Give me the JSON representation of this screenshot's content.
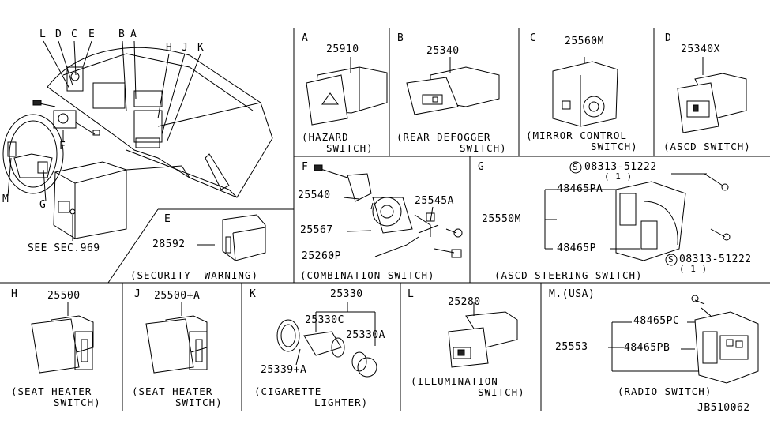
{
  "overview": {
    "letters": [
      "L",
      "D",
      "C",
      "E",
      "B",
      "A",
      "H",
      "J",
      "K",
      "F",
      "M",
      "G"
    ],
    "see_sec": "SEE SEC.969"
  },
  "panels": {
    "A": {
      "letter": "A",
      "part": "25910",
      "caption_1": "(HAZARD",
      "caption_2": "SWITCH)"
    },
    "B": {
      "letter": "B",
      "part": "25340",
      "caption_1": "(REAR DEFOGGER",
      "caption_2": "SWITCH)"
    },
    "C": {
      "letter": "C",
      "part": "25560M",
      "caption_1": "(MIRROR CONTROL",
      "caption_2": "SWITCH)"
    },
    "D": {
      "letter": "D",
      "part": "25340X",
      "caption_1": "(ASCD SWITCH)"
    },
    "E": {
      "letter": "E",
      "part": "28592",
      "caption_1": "(SECURITY  WARNING)"
    },
    "F": {
      "letter": "F",
      "parts": [
        "25540",
        "25545A",
        "25567",
        "25260P"
      ],
      "caption_1": "(COMBINATION SWITCH)"
    },
    "G": {
      "letter": "G",
      "bolt_top": "08313-51222",
      "bolt_top_qty": "( 1 )",
      "parts": [
        "48465PA",
        "25550M",
        "48465P"
      ],
      "bolt_bottom": "08313-51222",
      "bolt_bottom_qty": "( 1 )",
      "bolt_symbol": "S",
      "caption_1": "(ASCD STEERING SWITCH)"
    },
    "H": {
      "letter": "H",
      "part": "25500",
      "caption_1": "(SEAT HEATER",
      "caption_2": "SWITCH)"
    },
    "J": {
      "letter": "J",
      "part": "25500+A",
      "caption_1": "(SEAT HEATER",
      "caption_2": "SWITCH)"
    },
    "K": {
      "letter": "K",
      "parts": [
        "25330",
        "25330C",
        "25330A",
        "25339+A"
      ],
      "caption_1": "(CIGARETTE",
      "caption_2": "LIGHTER)"
    },
    "L": {
      "letter": "L",
      "part": "25280",
      "caption_1": "(ILLUMINATION",
      "caption_2": "SWITCH)"
    },
    "M": {
      "letter": "M.(USA)",
      "parts": [
        "48465PC",
        "25553",
        "48465PB"
      ],
      "caption_1": "(RADIO SWITCH)"
    }
  },
  "diagram_id": "JB510062"
}
